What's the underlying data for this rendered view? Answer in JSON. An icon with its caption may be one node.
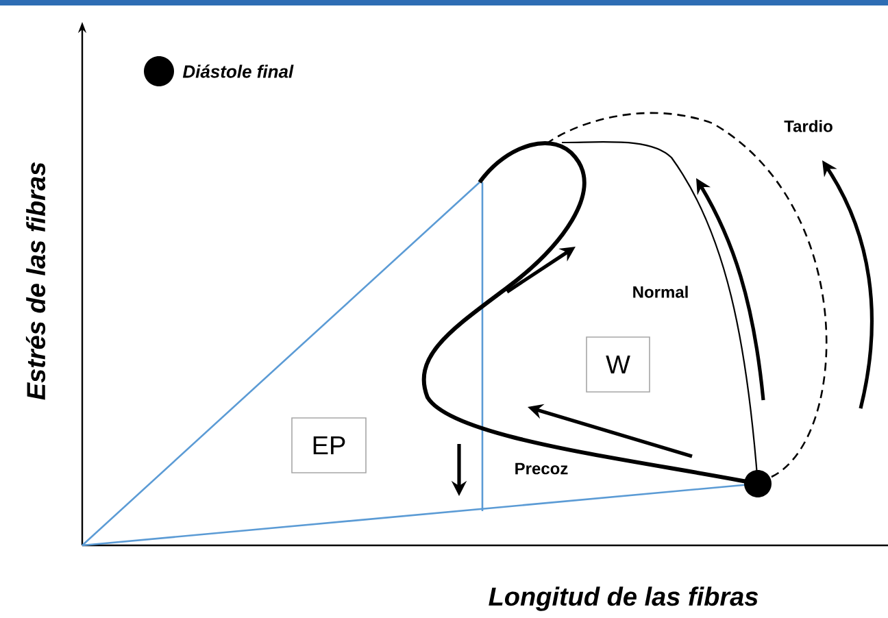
{
  "diagram": {
    "nodes": [
      {
        "text": [
          "EP"
        ]
      },
      {
        "text": [
          "W"
        ]
      }
    ],
    "edges": [],
    "labels": [
      "Tardio",
      "Normal",
      "Precoz",
      "Estrés de las fibras",
      "Longitud de las fibras"
    ],
    "legend": [
      {
        "text": "Diástole final"
      }
    ]
  }
}
